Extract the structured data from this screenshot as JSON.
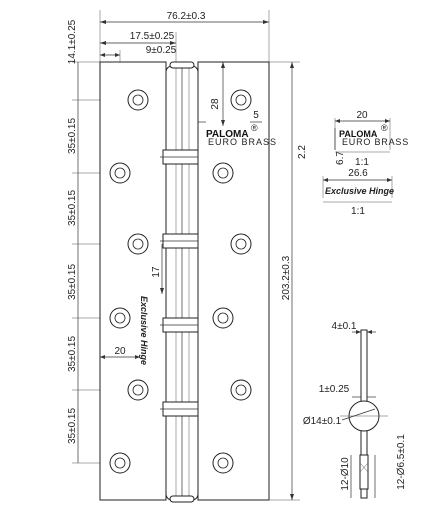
{
  "dimensions": {
    "overall_width": "76.2±0.3",
    "leaf_offset": "17.5±0.25",
    "hole_offset": "9±0.25",
    "top_hole": "14.1±0.25",
    "hole_pitch_1": "35±0.15",
    "hole_pitch_2": "35±0.15",
    "hole_pitch_3": "35±0.15",
    "hole_pitch_4": "35±0.15",
    "hole_pitch_5": "35±0.15",
    "height": "203.2±0.3",
    "logo_top": "28",
    "logo_side": "5",
    "logo_gap": "2.2",
    "engrave_top": "17",
    "engrave_side": "20",
    "logo_width": "20",
    "logo_height": "6.7",
    "engrave_width": "26.6",
    "thickness": "4±0.1",
    "washer": "1±0.25",
    "knuckle_dia": "Ø14±0.1",
    "countersink": "12-Ø10",
    "hole_dia": "12-Ø6.5±0.1"
  },
  "logo": {
    "brand": "PALOMA",
    "registered": "®",
    "sub": "EURO BRASS"
  },
  "engraving": {
    "text": "Exclusive Hinge"
  },
  "scales": {
    "logo_scale": "1:1",
    "engrave_scale": "1:1"
  }
}
